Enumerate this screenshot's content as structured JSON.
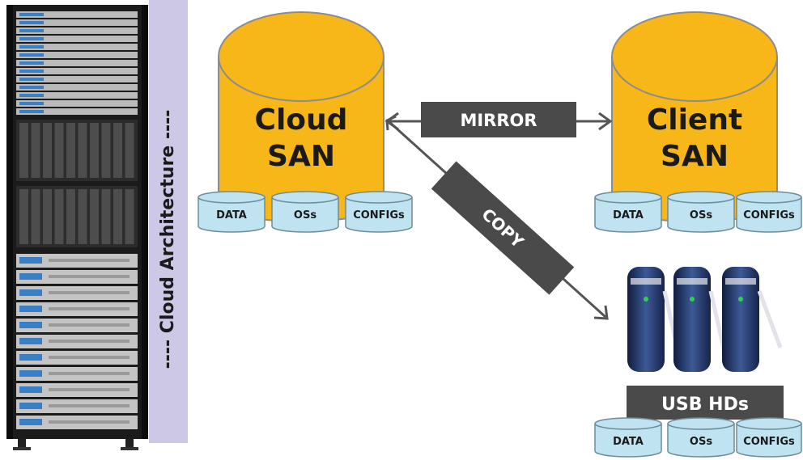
{
  "sidebar": {
    "label": "---- Cloud Architecture ----"
  },
  "cloud_san": {
    "title_line1": "Cloud",
    "title_line2": "SAN",
    "disks": [
      "DATA",
      "OSs",
      "CONFIGs"
    ]
  },
  "client_san": {
    "title_line1": "Client",
    "title_line2": "SAN",
    "disks": [
      "DATA",
      "OSs",
      "CONFIGs"
    ]
  },
  "usb": {
    "label": "USB HDs",
    "disks": [
      "DATA",
      "OSs",
      "CONFIGs"
    ]
  },
  "arrows": {
    "mirror": "MIRROR",
    "copy": "COPY"
  },
  "colors": {
    "cylinder_fill": "#f8b718",
    "cylinder_stroke": "#8c8c8c",
    "disk_fill": "#bfe3f1",
    "disk_stroke": "#6f8c97",
    "label_box": "#4a4a4a",
    "sidebar_bg": "#cdc8e6",
    "rack": "#1a1a1a"
  }
}
